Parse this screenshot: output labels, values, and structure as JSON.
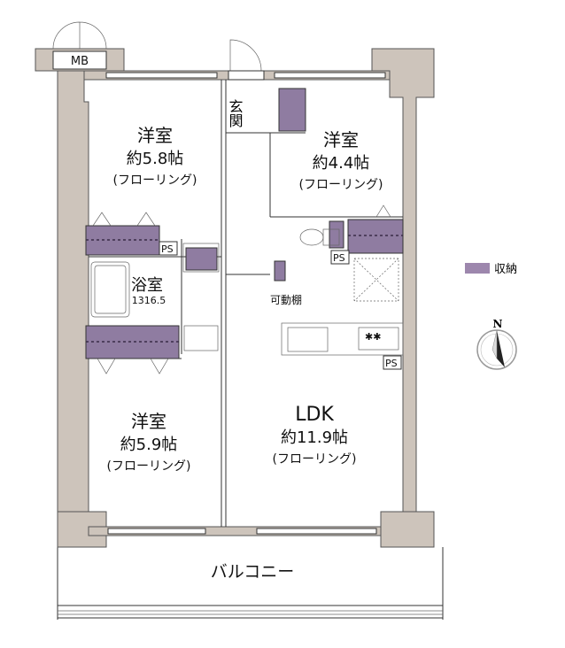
{
  "labels": {
    "mb": "MB",
    "entrance": "玄関",
    "room1": {
      "name": "洋室",
      "size": "約5.8帖",
      "floor": "(フローリング)"
    },
    "room2": {
      "name": "洋室",
      "size": "約4.4帖",
      "floor": "(フローリング)"
    },
    "room3": {
      "name": "洋室",
      "size": "約5.9帖",
      "floor": "(フローリング)"
    },
    "ldk": {
      "name": "LDK",
      "size": "約11.9帖",
      "floor": "(フローリング)"
    },
    "bath": {
      "name": "浴室",
      "size": "1316.5"
    },
    "ps": "PS",
    "shelf": "可動棚",
    "balcony": "バルコニー"
  },
  "legend": {
    "storage": "収納",
    "north": "N"
  },
  "colors": {
    "storage": "#8f7ca1",
    "wall": "#cdc4bb"
  }
}
